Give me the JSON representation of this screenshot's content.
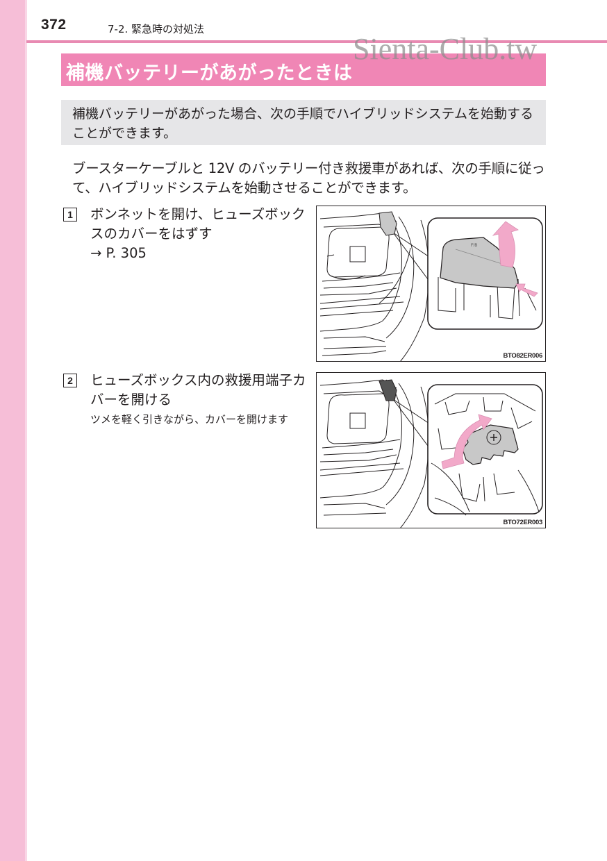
{
  "header": {
    "page_number": "372",
    "section": "7-2. 緊急時の対処法"
  },
  "watermark": "Sienta-Club.tw",
  "title": "補機バッテリーがあがったときは",
  "intro": "補機バッテリーがあがった場合、次の手順でハイブリッドシステムを始動することができます。",
  "paragraph": "ブースターケーブルと 12V のバッテリー付き救援車があれば、次の手順に従って、ハイブリッドシステムを始動させることができます。",
  "steps": [
    {
      "number": "1",
      "title": "ボンネットを開け、ヒューズボックスのカバーをはずす",
      "reference": "→ P. 305",
      "figure_code": "BTO82ER006",
      "figure_description": "Engine compartment with fuse box cover being lifted (pink arrows)"
    },
    {
      "number": "2",
      "title": "ヒューズボックス内の救援用端子カバーを開ける",
      "note": "ツメを軽く引きながら、カバーを開けます",
      "figure_code": "BTO72ER003",
      "figure_description": "Fuse box interior with rescue terminal cover being opened (pink arrow)"
    }
  ],
  "colors": {
    "side_tab": "#f6bed7",
    "rule": "#e88ab2",
    "title_banner": "#f086b5",
    "intro_box": "#e6e6e8",
    "arrow": "#f2a9c9",
    "part_gray": "#c8c8c8"
  }
}
